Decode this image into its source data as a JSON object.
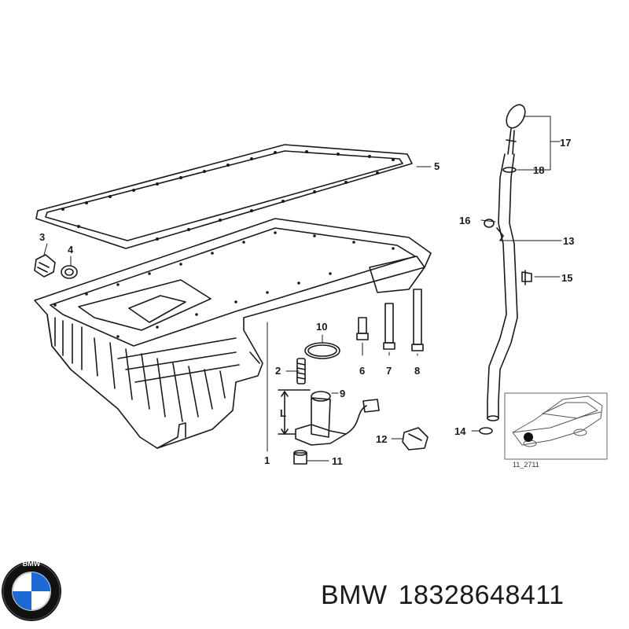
{
  "callouts": {
    "c1": "1",
    "c2": "2",
    "c3": "3",
    "c4": "4",
    "c5": "5",
    "c6": "6",
    "c7": "7",
    "c8": "8",
    "c9": "9",
    "c10": "10",
    "c11": "11",
    "c12": "12",
    "c13": "13",
    "c14": "14",
    "c15": "15",
    "c16": "16",
    "c17": "17",
    "c18": "18"
  },
  "dimension_label": "L",
  "inset_ref": "11_2711",
  "brand": {
    "name": "BMW",
    "part_number": "18328648411",
    "logo_letters": "BMW"
  },
  "colors": {
    "line": "#1a1a1a",
    "logo_blue": "#1c69d4",
    "logo_ring": "#111111"
  }
}
